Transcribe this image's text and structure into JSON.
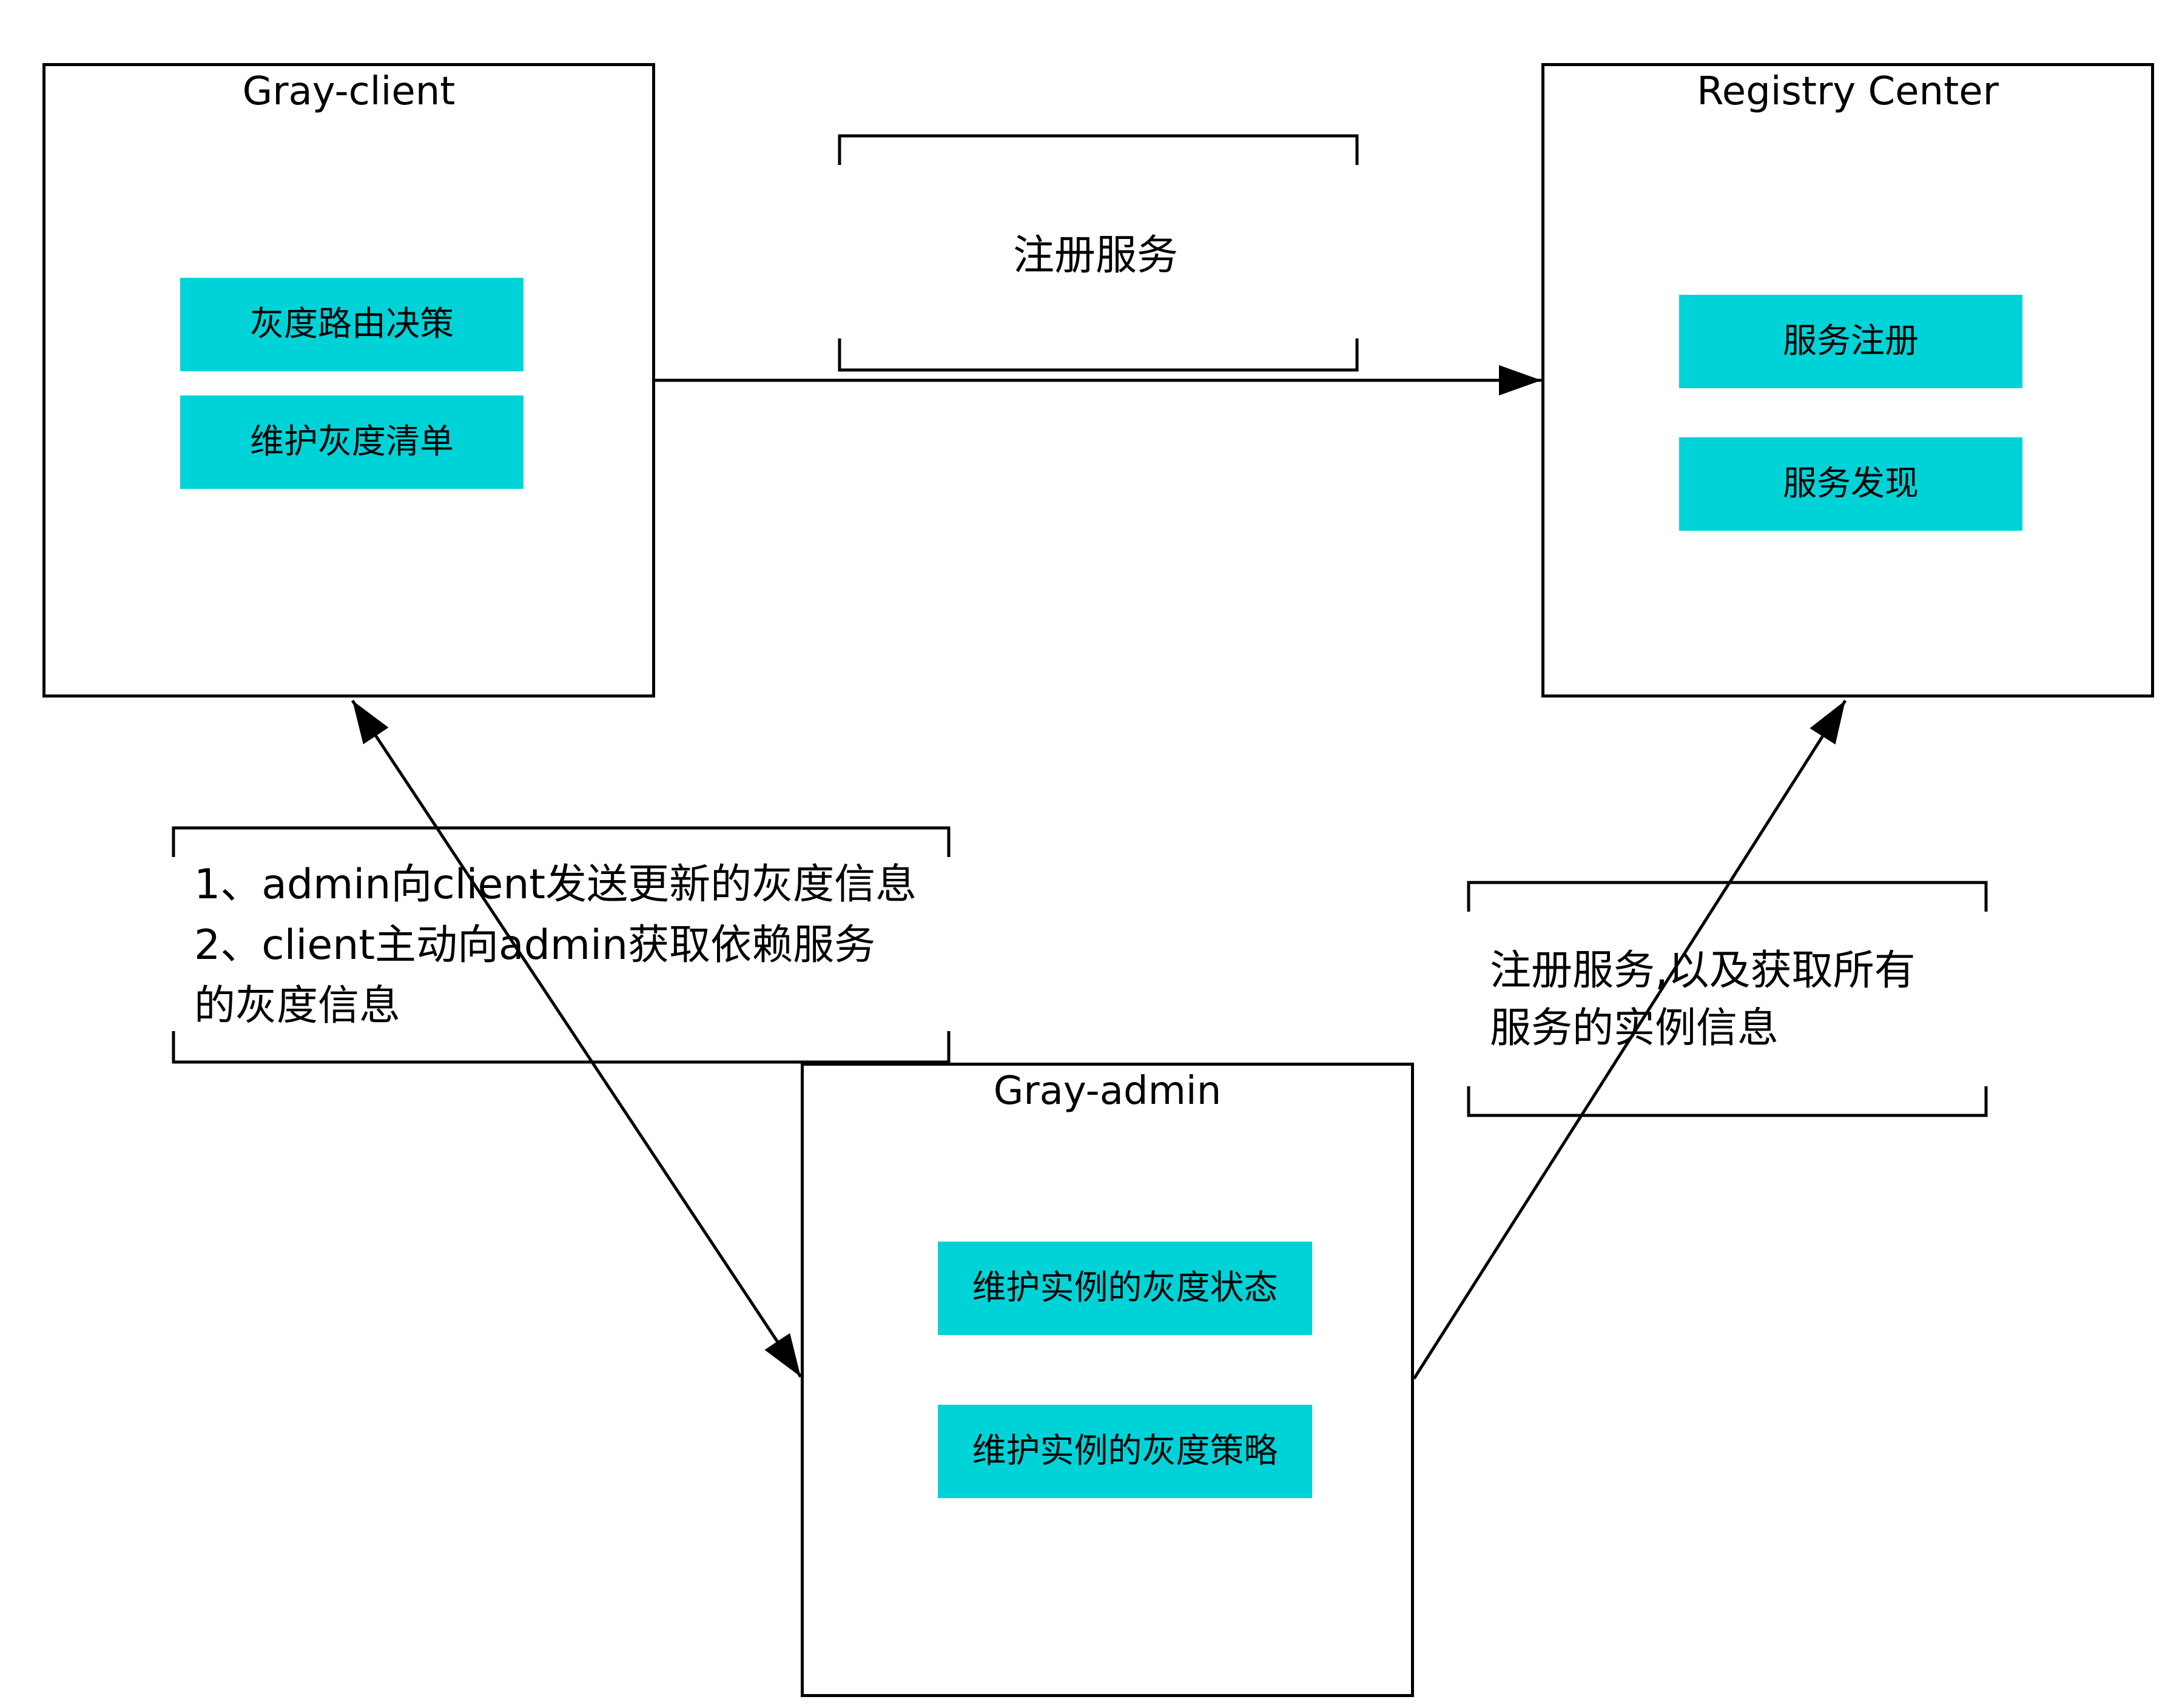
{
  "gray_client": {
    "title": "Gray-client",
    "items": [
      "灰度路由决策",
      "维护灰度清单"
    ]
  },
  "registry_center": {
    "title": "Registry Center",
    "items": [
      "服务注册",
      "服务发现"
    ]
  },
  "gray_admin": {
    "title": "Gray-admin",
    "items": [
      "维护实例的灰度状态",
      "维护实例的灰度策略"
    ]
  },
  "edges": {
    "client_to_registry": "注册服务",
    "admin_client": [
      "1、admin向client发送更新的灰度信息",
      "2、client主动向admin获取依赖服务",
      "的灰度信息"
    ],
    "admin_to_registry": [
      "注册服务,以及获取所有",
      "服务的实例信息"
    ]
  },
  "colors": {
    "tag_fill": "#00d3d8",
    "line": "#000000",
    "background": "#ffffff"
  }
}
